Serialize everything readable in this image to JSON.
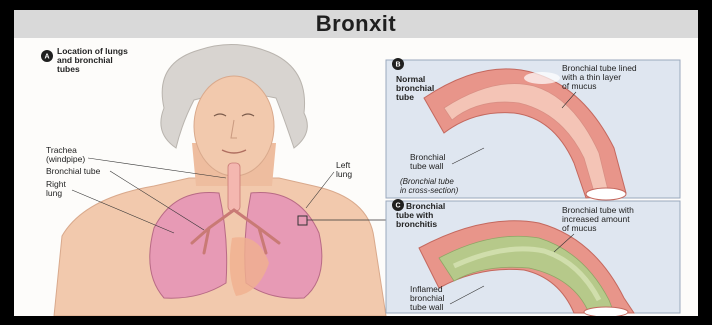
{
  "title": "Bronxit",
  "panel_a": {
    "badge": "A",
    "heading": [
      "Location of lungs",
      "and bronchial",
      "tubes"
    ],
    "trachea": [
      "Trachea",
      "(windpipe)"
    ],
    "bronchial_tube": "Bronchial tube",
    "right_lung": [
      "Right",
      "lung"
    ],
    "left_lung": [
      "Left",
      "lung"
    ]
  },
  "panel_b": {
    "badge": "B",
    "heading": [
      "Normal",
      "bronchial",
      "tube"
    ],
    "lined": [
      "Bronchial tube lined",
      "with a thin layer",
      "of mucus"
    ],
    "wall": [
      "Bronchial",
      "tube wall"
    ],
    "cross_section": [
      "(Bronchial tube",
      "in cross-section)"
    ]
  },
  "panel_c": {
    "badge": "C",
    "heading": [
      "Bronchial",
      "tube with",
      "bronchitis"
    ],
    "mucus": [
      "Bronchial tube with",
      "increased amount",
      "of mucus"
    ],
    "inflamed": [
      "Inflamed",
      "bronchial",
      "tube wall"
    ]
  },
  "colors": {
    "frame": "#000000",
    "title_bar": "#d9d9d9",
    "skin": "#f2c9ad",
    "hair": "#d8d4d0",
    "lung": "#e79ab5",
    "panel_bg": "#dfe6f0",
    "tube_outer": "#e8958a",
    "tube_inner": "#f4c4b6",
    "mucus": "#b6c98a"
  }
}
